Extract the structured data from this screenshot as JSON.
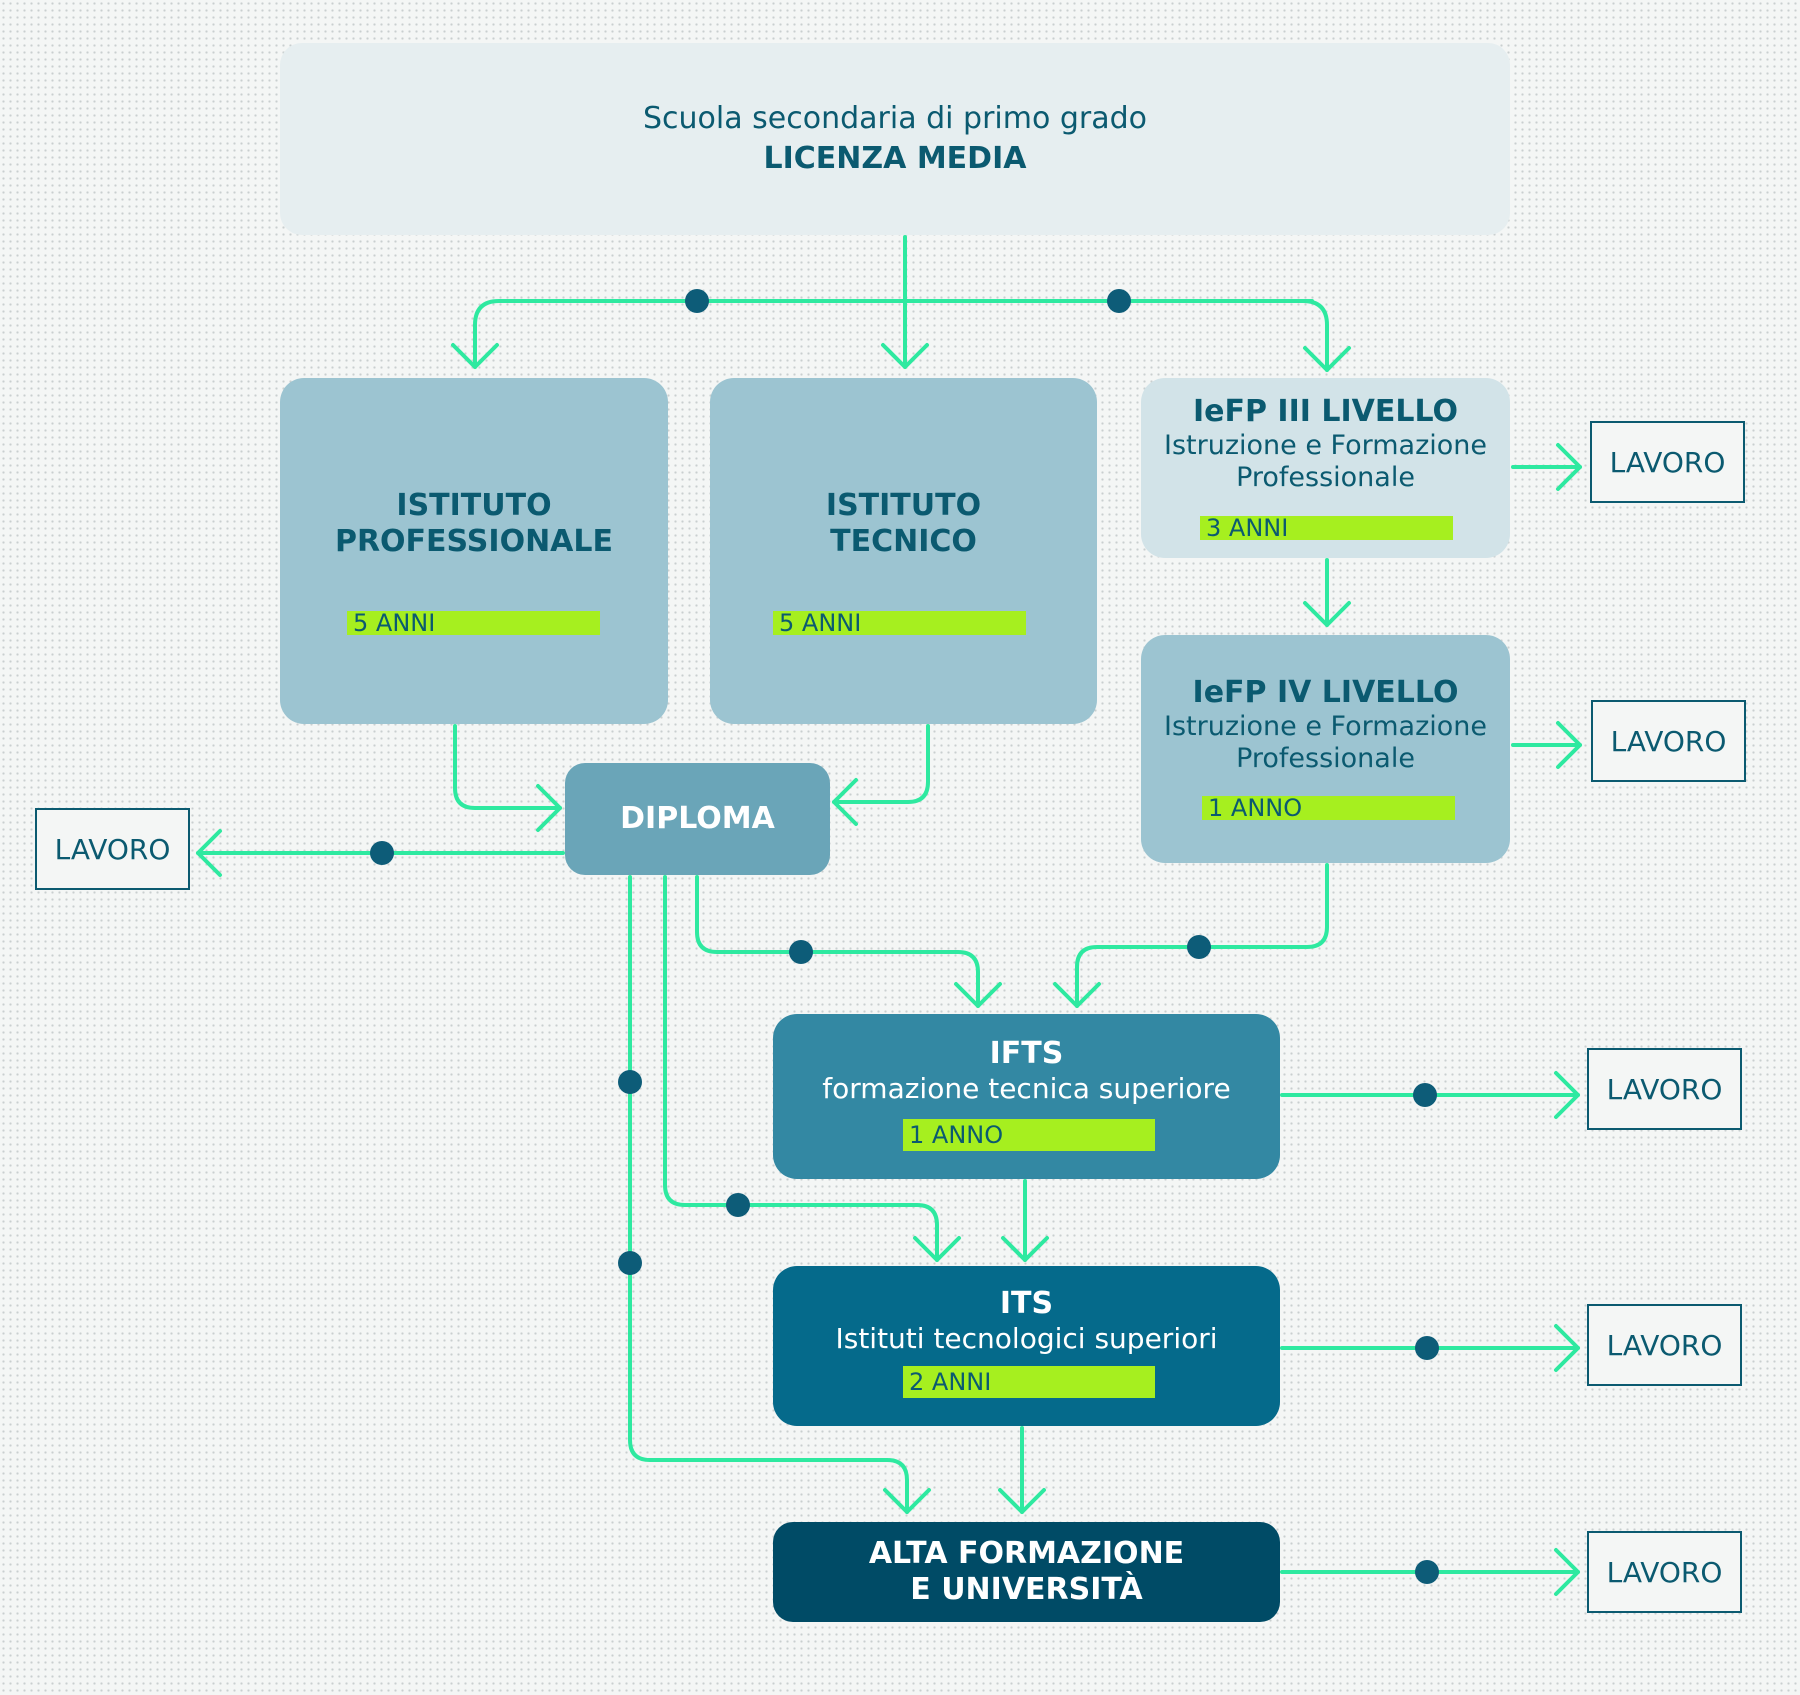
{
  "colors": {
    "line": "#2ee9a0",
    "dot": "#0d5c78",
    "tag": "#a6ef1f",
    "text_dark": "#0b5a70",
    "box_top": "#e6eef0",
    "box_light": "#9cc4d1",
    "box_iefp3": "#d2e3e8",
    "box_diploma": "#6aa5b8",
    "box_ifts": "#3388a3",
    "box_its": "#056a8b",
    "box_alta": "#004b66"
  },
  "top": {
    "line1": "Scuola secondaria di primo grado",
    "line2": "LICENZA MEDIA"
  },
  "professionale": {
    "line1": "ISTITUTO",
    "line2": "PROFESSIONALE",
    "duration": "5 ANNI"
  },
  "tecnico": {
    "line1": "ISTITUTO",
    "line2": "TECNICO",
    "duration": "5 ANNI"
  },
  "iefp3": {
    "title": "IeFP III LIVELLO",
    "line1": "Istruzione e Formazione",
    "line2": "Professionale",
    "duration": "3 ANNI"
  },
  "iefp4": {
    "title": "IeFP IV LIVELLO",
    "line1": "Istruzione e Formazione",
    "line2": "Professionale",
    "duration": "1 ANNO"
  },
  "diploma": {
    "label": "DIPLOMA"
  },
  "ifts": {
    "title": "IFTS",
    "subtitle": "formazione tecnica superiore",
    "duration": "1 ANNO"
  },
  "its": {
    "title": "ITS",
    "subtitle": "Istituti tecnologici superiori",
    "duration": "2 ANNI"
  },
  "alta": {
    "line1": "ALTA FORMAZIONE",
    "line2": "E UNIVERSITÀ"
  },
  "lavoro": {
    "label": "LAVORO"
  }
}
